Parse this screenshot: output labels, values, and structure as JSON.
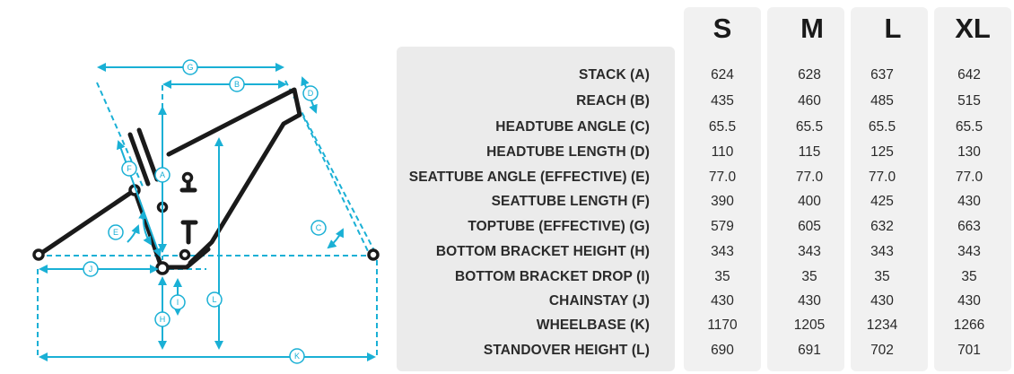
{
  "sizes": [
    "S",
    "M",
    "L",
    "XL"
  ],
  "dimension_letters": [
    "A",
    "B",
    "C",
    "D",
    "E",
    "F",
    "G",
    "H",
    "I",
    "J",
    "K",
    "L"
  ],
  "rows": [
    {
      "label": "STACK (A)",
      "values": [
        "624",
        "628",
        "637",
        "642"
      ]
    },
    {
      "label": "REACH (B)",
      "values": [
        "435",
        "460",
        "485",
        "515"
      ]
    },
    {
      "label": "HEADTUBE ANGLE (C)",
      "values": [
        "65.5",
        "65.5",
        "65.5",
        "65.5"
      ]
    },
    {
      "label": "HEADTUBE LENGTH (D)",
      "values": [
        "110",
        "115",
        "125",
        "130"
      ]
    },
    {
      "label": "SEATTUBE ANGLE (EFFECTIVE) (E)",
      "values": [
        "77.0",
        "77.0",
        "77.0",
        "77.0"
      ]
    },
    {
      "label": "SEATTUBE LENGTH (F)",
      "values": [
        "390",
        "400",
        "425",
        "430"
      ]
    },
    {
      "label": "TOPTUBE (EFFECTIVE) (G)",
      "values": [
        "579",
        "605",
        "632",
        "663"
      ]
    },
    {
      "label": "BOTTOM BRACKET HEIGHT (H)",
      "values": [
        "343",
        "343",
        "343",
        "343"
      ]
    },
    {
      "label": "BOTTOM BRACKET DROP (I)",
      "values": [
        "35",
        "35",
        "35",
        "35"
      ]
    },
    {
      "label": "CHAINSTAY (J)",
      "values": [
        "430",
        "430",
        "430",
        "430"
      ]
    },
    {
      "label": "WHEELBASE (K)",
      "values": [
        "1170",
        "1205",
        "1234",
        "1266"
      ]
    },
    {
      "label": "STANDOVER HEIGHT (L)",
      "values": [
        "690",
        "691",
        "702",
        "701"
      ]
    }
  ],
  "colors": {
    "accent": "#1ab0d5",
    "frame": "#1a1a1a",
    "panel": "#ebebeb",
    "column": "#f1f1f1"
  }
}
